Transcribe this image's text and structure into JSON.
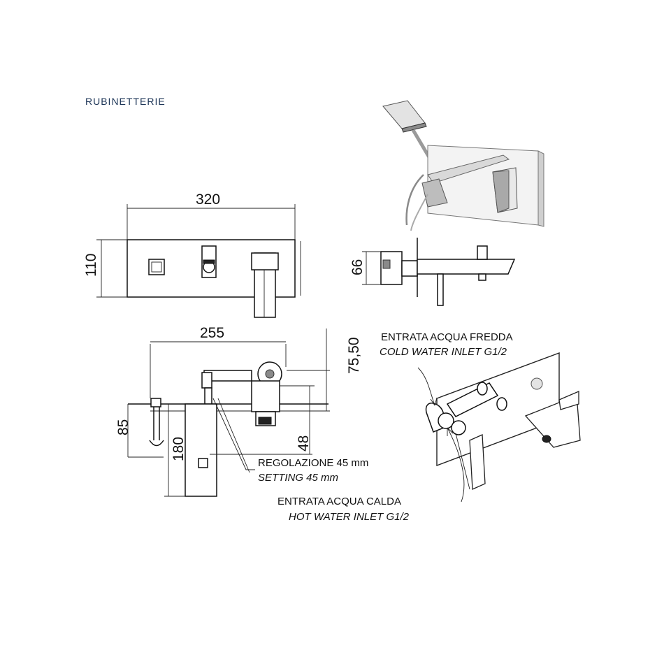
{
  "brand": "RUBINETTERIE",
  "dimensions": {
    "plate_width": "320",
    "plate_height": "110",
    "side_depth": "66",
    "spout_reach": "255",
    "total_depth": "75,50",
    "hook_height": "85",
    "body_height": "180",
    "outlet_height": "48"
  },
  "notes": {
    "setting_it": "REGOLAZIONE  45 mm",
    "setting_en": "SETTING  45 mm",
    "cold_it": "ENTRATA ACQUA FREDDA",
    "cold_en": "COLD WATER INLET  G1/2",
    "hot_it": "ENTRATA ACQUA CALDA",
    "hot_en": "HOT WATER INLET G1/2"
  }
}
